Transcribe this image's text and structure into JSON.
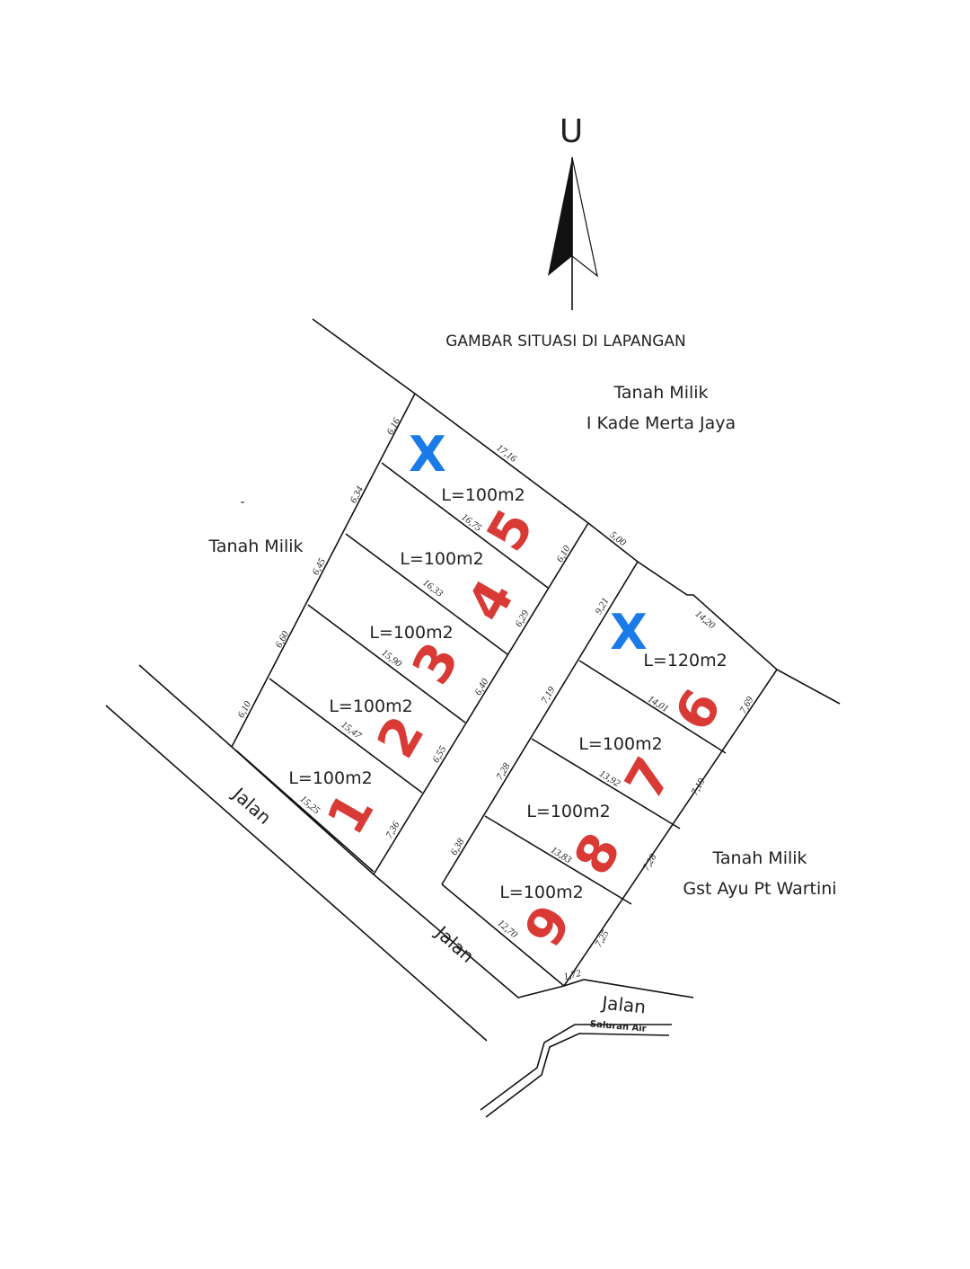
{
  "north_label": "U",
  "title": "GAMBAR SITUASI DI LAPANGAN",
  "owners": {
    "north_line1": "Tanah  Milik",
    "north_line2": "I  Kade  Merta  Jaya",
    "west": "Tanah  Milik",
    "west_dash": "-",
    "east_line1": "Tanah  Milik",
    "east_line2": "Gst  Ayu  Pt  Wartini"
  },
  "roads": {
    "road1": "Jalan",
    "road2": "Jalan",
    "road3": "Jalan",
    "canal": "Saluran  Air"
  },
  "excluded_mark": "X",
  "lots": [
    {
      "number": "1",
      "area": "L=100m2",
      "length": "15,25"
    },
    {
      "number": "2",
      "area": "L=100m2",
      "length": "15,47"
    },
    {
      "number": "3",
      "area": "L=100m2",
      "length": "15,90"
    },
    {
      "number": "4",
      "area": "L=100m2",
      "length": "16,33"
    },
    {
      "number": "5",
      "area": "L=100m2",
      "length": "16,75"
    },
    {
      "number": "6",
      "area": "L=120m2",
      "length": "14,01"
    },
    {
      "number": "7",
      "area": "L=100m2",
      "length": "13,92"
    },
    {
      "number": "8",
      "area": "L=100m2",
      "length": "13,83"
    },
    {
      "number": "9",
      "area": "L=100m2",
      "length": "12,70"
    }
  ],
  "dimensions": {
    "top_left": "17,16",
    "top_mid": "5,00",
    "top_right": "14,20",
    "left": [
      "6,16",
      "6,34",
      "6,45",
      "6,60",
      "6,10"
    ],
    "mid_left": [
      "6,10",
      "6,29",
      "6,40",
      "6,55",
      "7,36"
    ],
    "mid_right": [
      "9,21",
      "7,19",
      "7,28",
      "6,38"
    ],
    "right": [
      "7,69",
      "7,19",
      "7,28",
      "7,25"
    ],
    "bottom": "1,72"
  }
}
